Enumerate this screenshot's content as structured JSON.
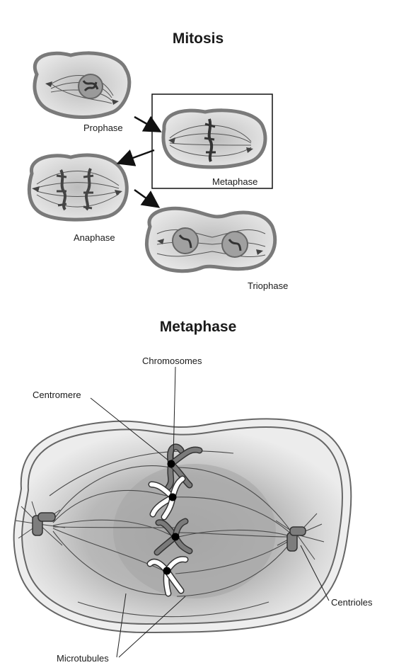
{
  "top": {
    "title": "Mitosis",
    "stages": {
      "prophase": "Prophase",
      "metaphase": "Metaphase",
      "anaphase": "Anaphase",
      "telophase": "Triophase"
    }
  },
  "bottom": {
    "title": "Metaphase",
    "labels": {
      "chromosomes": "Chromosomes",
      "centromere": "Centromere",
      "centrioles": "Centrioles",
      "microtubules": "Microtubules"
    }
  },
  "colors": {
    "membrane": "#7a7a7a",
    "cytoplasm": "#e2e2e2",
    "nucleus_region": "#b4b4b4",
    "chromosome_dark": "#555555",
    "centromere": "#000000"
  }
}
